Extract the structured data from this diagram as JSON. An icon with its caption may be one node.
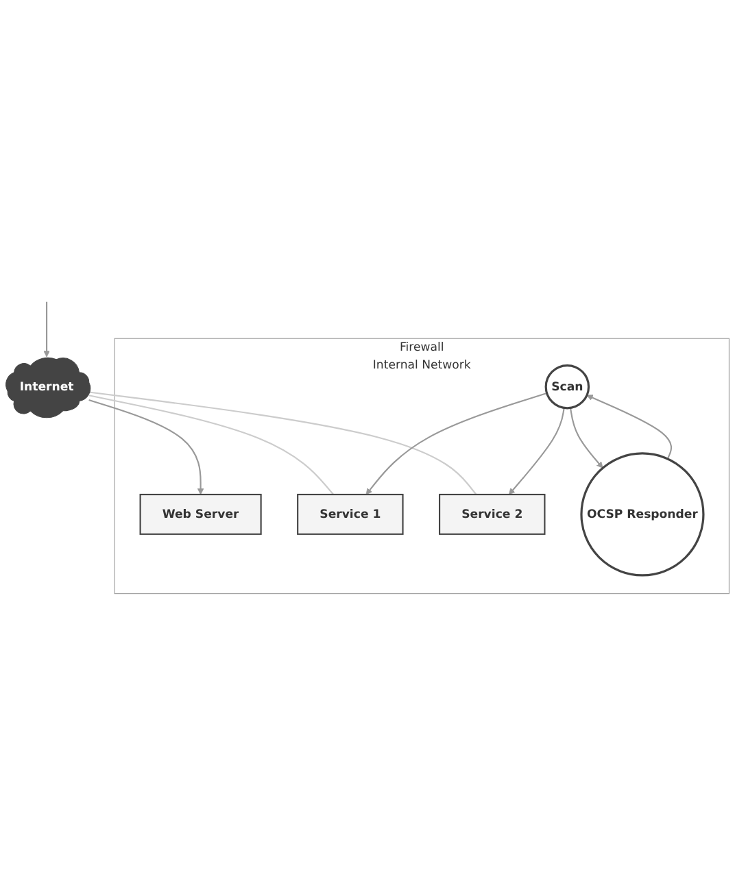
{
  "diagram": {
    "nodes": [
      {
        "text": [
          "Internet"
        ]
      },
      {
        "text": [
          "Firewall",
          "Internal Network"
        ]
      },
      {
        "text": [
          "Web Server"
        ],
        "in": 1
      },
      {
        "text": [
          "Service 1"
        ],
        "in": 1
      },
      {
        "text": [
          "Service 2"
        ],
        "in": 1
      },
      {
        "text": [
          "Scan"
        ],
        "in": 1
      },
      {
        "text": [
          "OCSP Responder"
        ],
        "in": 1
      }
    ],
    "edges": [
      {
        "from": null,
        "to": 0,
        "arrow": "to"
      },
      {
        "from": 0,
        "to": 2,
        "arrow": "to"
      },
      {
        "from": 0,
        "to": 3,
        "arrow": "none",
        "color": "#cccccc"
      },
      {
        "from": 0,
        "to": 4,
        "arrow": "none",
        "color": "#cccccc"
      },
      {
        "from": 5,
        "to": 3,
        "arrow": "to"
      },
      {
        "from": 5,
        "to": 4,
        "arrow": "to"
      },
      {
        "from": 5,
        "to": 6,
        "arrow": "to"
      },
      {
        "from": 6,
        "to": 5,
        "arrow": "to"
      }
    ]
  }
}
